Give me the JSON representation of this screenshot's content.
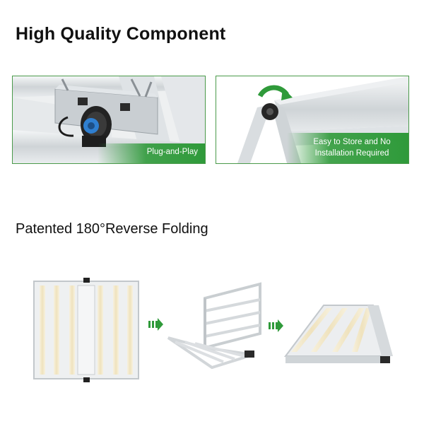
{
  "heading": "High Quality Component",
  "panels": {
    "left_caption": "Plug-and-Play",
    "right_caption_line1": "Easy to Store and No",
    "right_caption_line2": "Installation Required"
  },
  "folding": {
    "heading": "Patented 180°Reverse Folding",
    "arrow_icon": "triple-right-arrow"
  },
  "colors": {
    "accent_green": "#2f9a3a",
    "panel_border": "#4a9a4a",
    "frame_silver": "#d8dcdf",
    "led_warm": "#f3e7c5"
  }
}
